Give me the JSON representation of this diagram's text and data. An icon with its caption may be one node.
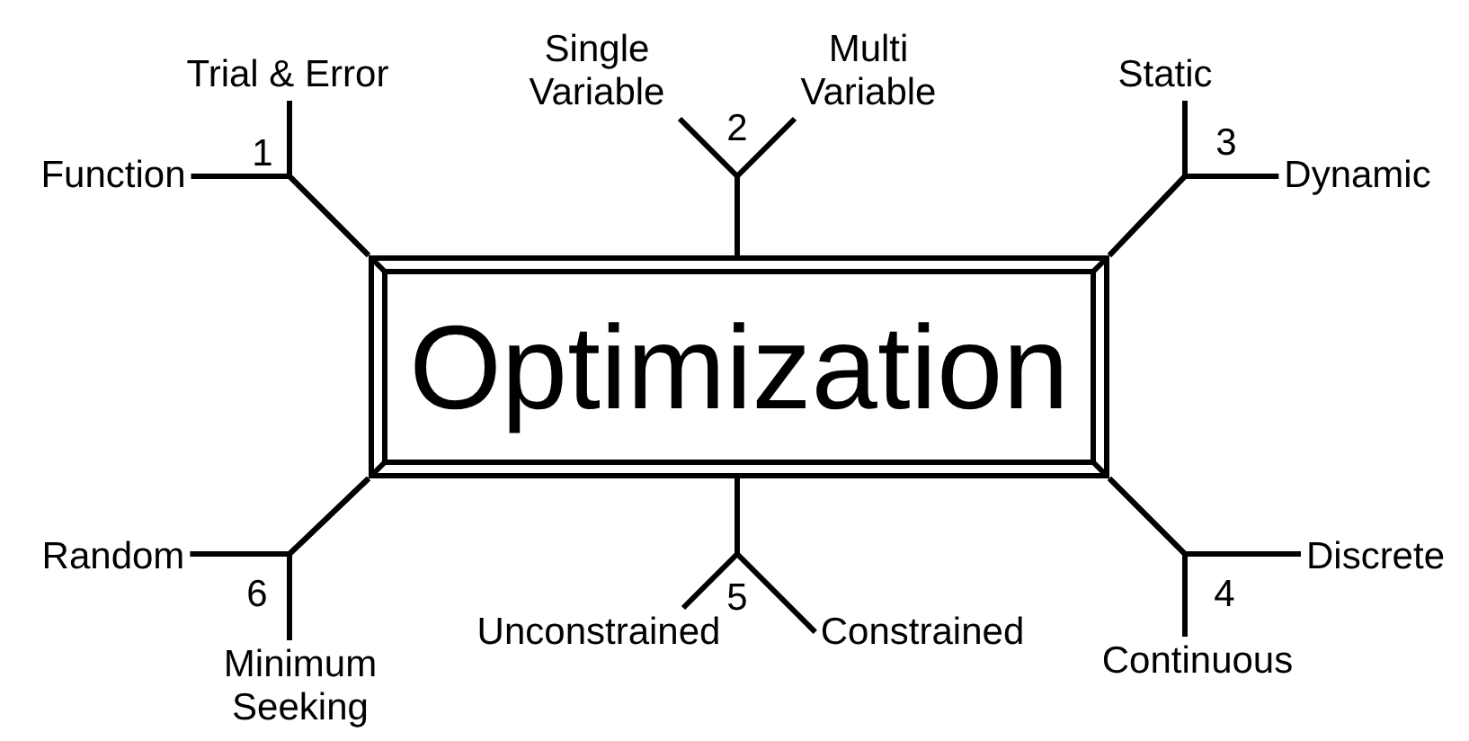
{
  "diagram": {
    "nodes": [
      {
        "text": [
          "Optimization"
        ]
      },
      {
        "text": [
          "Function"
        ]
      },
      {
        "text": [
          "Trial & Error"
        ]
      },
      {
        "text": [
          "Single Variable"
        ]
      },
      {
        "text": [
          "Multi Variable"
        ]
      },
      {
        "text": [
          "Static"
        ]
      },
      {
        "text": [
          "Dynamic"
        ]
      },
      {
        "text": [
          "Discrete"
        ]
      },
      {
        "text": [
          "Continuous"
        ]
      },
      {
        "text": [
          "Unconstrained"
        ]
      },
      {
        "text": [
          "Constrained"
        ]
      },
      {
        "text": [
          "Random"
        ]
      },
      {
        "text": [
          "Minimum Seeking"
        ]
      }
    ],
    "edges": [
      {
        "from": 0,
        "to": 1,
        "arrow": "none"
      },
      {
        "from": 0,
        "to": 2,
        "arrow": "none"
      },
      {
        "from": 0,
        "to": 3,
        "arrow": "none"
      },
      {
        "from": 0,
        "to": 4,
        "arrow": "none"
      },
      {
        "from": 0,
        "to": 5,
        "arrow": "none"
      },
      {
        "from": 0,
        "to": 6,
        "arrow": "none"
      },
      {
        "from": 0,
        "to": 7,
        "arrow": "none"
      },
      {
        "from": 0,
        "to": 8,
        "arrow": "none"
      },
      {
        "from": 0,
        "to": 9,
        "arrow": "none"
      },
      {
        "from": 0,
        "to": 10,
        "arrow": "none"
      },
      {
        "from": 0,
        "to": 11,
        "arrow": "none"
      },
      {
        "from": 0,
        "to": 12,
        "arrow": "none"
      }
    ],
    "labels": [
      "1",
      "2",
      "3",
      "6",
      "5",
      "4"
    ]
  }
}
